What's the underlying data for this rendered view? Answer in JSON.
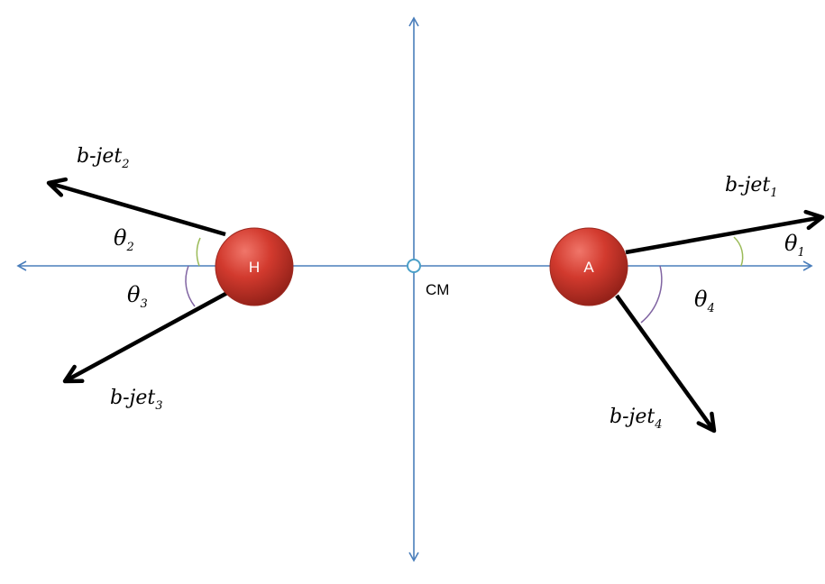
{
  "colors": {
    "axis": "#4a7ebb",
    "jet": "#000000",
    "ball": "#c0392b",
    "arc_green": "#9bbb59",
    "arc_purple": "#8064a2"
  },
  "particles": {
    "h": "H",
    "a": "A",
    "cm": "CM"
  },
  "jets": {
    "jet1": {
      "base": "b-jet",
      "sub": "1"
    },
    "jet2": {
      "base": "b-jet",
      "sub": "2"
    },
    "jet3": {
      "base": "b-jet",
      "sub": "3"
    },
    "jet4": {
      "base": "b-jet",
      "sub": "4"
    }
  },
  "angles": {
    "theta1": {
      "base": "θ",
      "sub": "1"
    },
    "theta2": {
      "base": "θ",
      "sub": "2"
    },
    "theta3": {
      "base": "θ",
      "sub": "3"
    },
    "theta4": {
      "base": "θ",
      "sub": "4"
    }
  }
}
